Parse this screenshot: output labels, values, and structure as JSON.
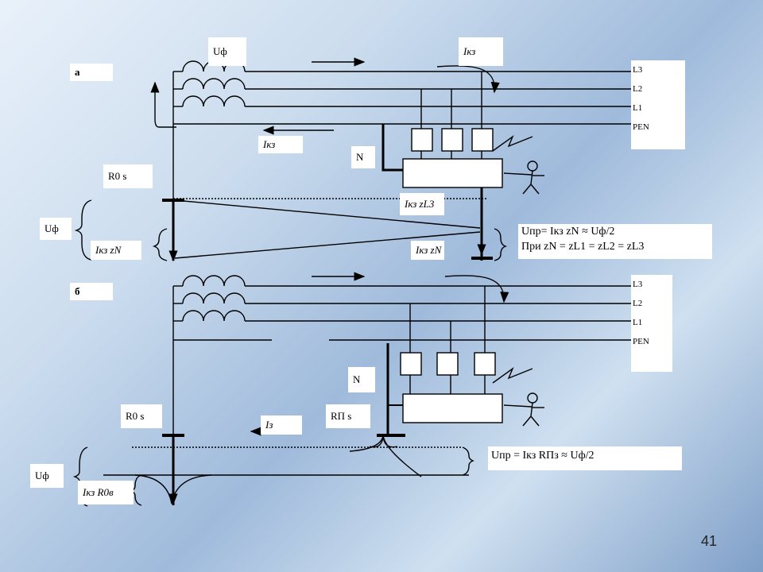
{
  "slide_number": "41",
  "diagram_a": {
    "section_label": "а",
    "u_phase": "Uф",
    "i_kz_top": "Iкз",
    "i_kz_return": "Iкз",
    "n_label": "N",
    "r0_label": "R0 s",
    "u_phase_left": "Uф",
    "i_kz_zn_left": "Iкз zN",
    "i_kz_zl3": "Iкз zL3",
    "i_kz_zn_right": "Iкз zN",
    "formula_line1": "Uпр= Iкз zN ≈ Uф/2",
    "formula_line2": "При zN = zL1 = zL2 = zL3",
    "conductors": [
      "L3",
      "L2",
      "L1",
      "PEN"
    ]
  },
  "diagram_b": {
    "section_label": "б",
    "n_label": "N",
    "r0_label": "R0 s",
    "rp_label": "RП s",
    "i_z": "Iз",
    "u_phase_left": "Uф",
    "i_kz_r0": "Iкз R0в",
    "formula": "Uпр = Iкз RПз ≈ Uф/2",
    "conductors": [
      "L3",
      "L2",
      "L1",
      "PEN"
    ]
  }
}
